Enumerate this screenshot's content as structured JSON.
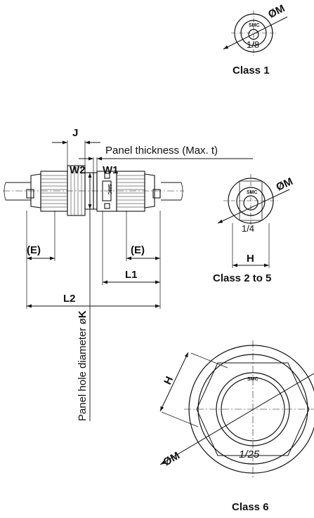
{
  "class1": {
    "label": "Class 1",
    "dia_label": "ØM",
    "brand": "SMC",
    "marking": "1/8"
  },
  "side_view": {
    "dim_j": "J",
    "dim_w2": "W2",
    "dim_w1": "W1",
    "dim_e_left": "(E)",
    "dim_e_right": "(E)",
    "dim_l1": "L1",
    "dim_l2": "L2",
    "panel_thickness": "Panel thickness (Max. t)",
    "panel_hole": "Panel hole diameter ø",
    "panel_hole_k": "K",
    "brand": "SMC"
  },
  "class2to5": {
    "label": "Class 2 to 5",
    "dia_label": "ØM",
    "dim_h": "H",
    "brand": "SMC",
    "marking": "1/4"
  },
  "class6": {
    "label": "Class 6",
    "dia_label": "ØM",
    "dim_h": "H",
    "brand": "SMC",
    "marking": "1/25"
  }
}
